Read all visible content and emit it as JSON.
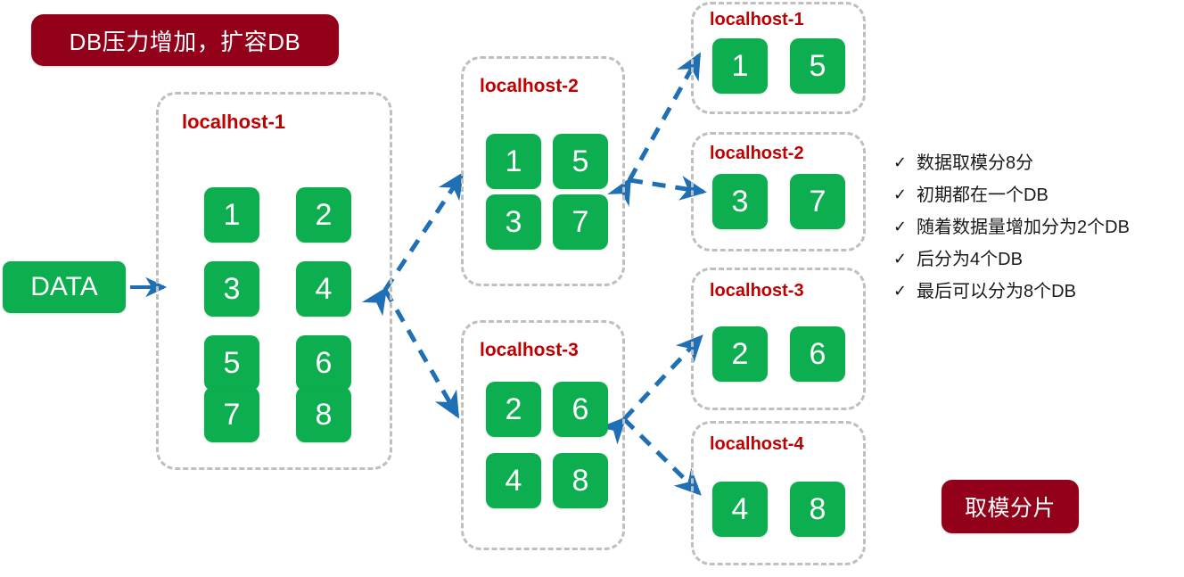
{
  "banner": {
    "title": "DB压力增加，扩容DB",
    "color": "#930019"
  },
  "footer_badge": {
    "label": "取模分片",
    "color": "#930019"
  },
  "source": {
    "label": "DATA",
    "color": "#0DAE4F"
  },
  "colors": {
    "shard_green": "#0DAE4F",
    "host_label_red": "#C00000",
    "dashed_gray": "#BFBFBF",
    "arrow_blue": "#1F6FB5"
  },
  "stages": {
    "stage1": {
      "name": "single-db",
      "hosts": [
        {
          "id": "s1-localhost-1",
          "label": "localhost-1",
          "shards": [
            "1",
            "2",
            "3",
            "4",
            "5",
            "6",
            "7",
            "8"
          ],
          "columns": 2
        }
      ]
    },
    "stage2": {
      "name": "two-db",
      "hosts": [
        {
          "id": "s2-localhost-2",
          "label": "localhost-2",
          "shards": [
            "1",
            "5",
            "3",
            "7"
          ],
          "columns": 2
        },
        {
          "id": "s2-localhost-3",
          "label": "localhost-3",
          "shards": [
            "2",
            "6",
            "4",
            "8"
          ],
          "columns": 2
        }
      ]
    },
    "stage3": {
      "name": "four-db",
      "hosts": [
        {
          "id": "s3-localhost-1",
          "label": "localhost-1",
          "shards": [
            "1",
            "5"
          ],
          "columns": 2
        },
        {
          "id": "s3-localhost-2",
          "label": "localhost-2",
          "shards": [
            "3",
            "7"
          ],
          "columns": 2
        },
        {
          "id": "s3-localhost-3",
          "label": "localhost-3",
          "shards": [
            "2",
            "6"
          ],
          "columns": 2
        },
        {
          "id": "s3-localhost-4",
          "label": "localhost-4",
          "shards": [
            "4",
            "8"
          ],
          "columns": 2
        }
      ]
    }
  },
  "notes": {
    "bullet_marker": "✓",
    "items": [
      "数据取模分8分",
      "初期都在一个DB",
      "随着数据量增加分为2个DB",
      "后分为4个DB",
      "最后可以分为8个DB"
    ]
  }
}
